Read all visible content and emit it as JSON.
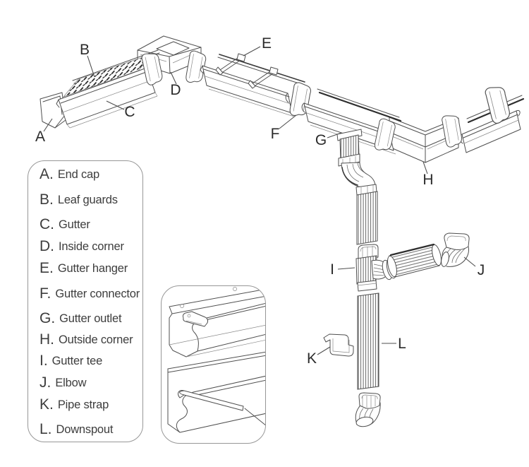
{
  "diagram": {
    "labels": [
      {
        "letter": "A"
      },
      {
        "letter": "B"
      },
      {
        "letter": "C"
      },
      {
        "letter": "D"
      },
      {
        "letter": "E"
      },
      {
        "letter": "F"
      },
      {
        "letter": "G"
      },
      {
        "letter": "H"
      },
      {
        "letter": "I"
      },
      {
        "letter": "J"
      },
      {
        "letter": "K"
      },
      {
        "letter": "L"
      }
    ]
  },
  "legend": {
    "items": [
      {
        "letter": "A.",
        "label": "End cap"
      },
      {
        "letter": "B.",
        "label": "Leaf guards"
      },
      {
        "letter": "C.",
        "label": "Gutter"
      },
      {
        "letter": "D.",
        "label": "Inside corner"
      },
      {
        "letter": "E.",
        "label": "Gutter hanger"
      },
      {
        "letter": "F.",
        "label": "Gutter connector"
      },
      {
        "letter": "G.",
        "label": "Gutter outlet"
      },
      {
        "letter": "H.",
        "label": "Outside corner"
      },
      {
        "letter": "I.",
        "label": "Gutter tee"
      },
      {
        "letter": "J.",
        "label": "Elbow"
      },
      {
        "letter": "K.",
        "label": "Pipe strap"
      },
      {
        "letter": "L.",
        "label": "Downspout"
      }
    ]
  },
  "colors": {
    "line": "#4f4f4f",
    "accent_dark": "#2e2e2e",
    "label_text": "#2b2b2b",
    "legend_border": "#979797",
    "background": "#ffffff"
  }
}
